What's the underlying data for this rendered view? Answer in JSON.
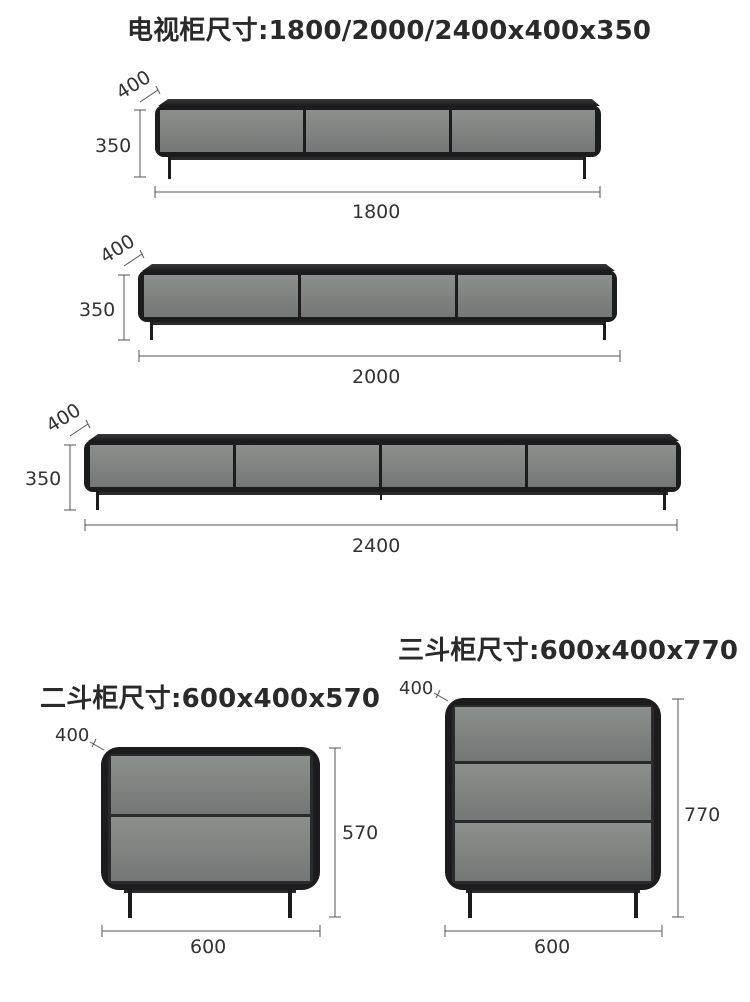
{
  "tv_title": "电视柜尺寸:1800/2000/2400x400x350",
  "tv1": {
    "depth": "400",
    "height": "350",
    "width": "1800"
  },
  "tv2": {
    "depth": "400",
    "height": "350",
    "width": "2000"
  },
  "tv3": {
    "depth": "400",
    "height": "350",
    "width": "2400"
  },
  "two_title": "二斗柜尺寸:600x400x570",
  "two": {
    "depth": "400",
    "height": "570",
    "width": "600"
  },
  "three_title": "三斗柜尺寸:600x400x770",
  "three": {
    "depth": "400",
    "height": "770",
    "width": "600"
  },
  "colors": {
    "body": "#1c1c1e",
    "panel": "#7f8380",
    "line": "#444444"
  }
}
